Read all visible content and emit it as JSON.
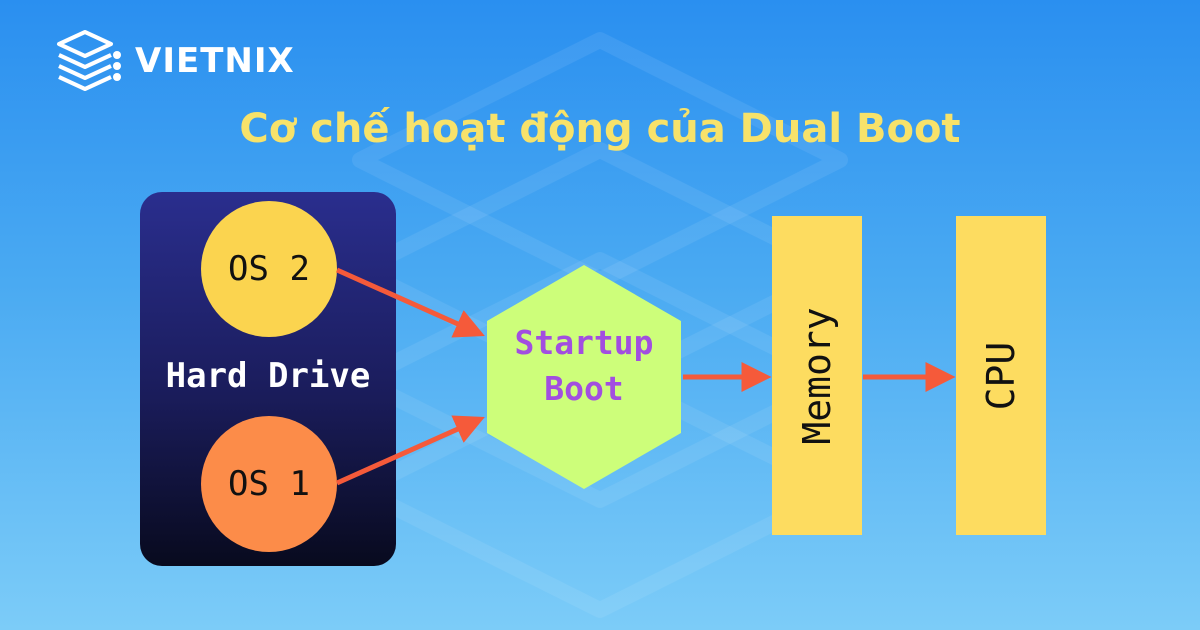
{
  "brand": {
    "name": "VIETNIX",
    "logo_icon": "stacked-layers-icon"
  },
  "title": "Cơ chế hoạt động của Dual Boot",
  "diagram": {
    "hard_drive": {
      "label": "Hard Drive",
      "color": "#1a1c5a"
    },
    "os2": {
      "label": "OS 2",
      "color": "#fbd44f"
    },
    "os1": {
      "label": "OS 1",
      "color": "#fc8c49"
    },
    "startup": {
      "line1": "Startup",
      "line2": "Boot",
      "color": "#cdfe7a",
      "text_color": "#a24ee0"
    },
    "memory": {
      "label": "Memory",
      "color": "#fddc60"
    },
    "cpu": {
      "label": "CPU",
      "color": "#fddc60"
    },
    "arrow_color": "#f55a3a",
    "title_color": "#f7e26a"
  }
}
